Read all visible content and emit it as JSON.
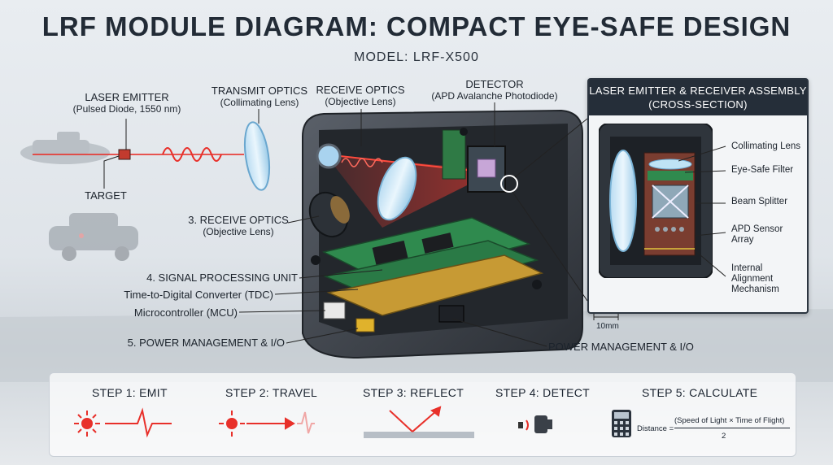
{
  "header": {
    "title": "LRF MODULE DIAGRAM: COMPACT EYE-SAFE DESIGN",
    "model": "MODEL: LRF-X500"
  },
  "labels": {
    "laser_emitter": "LASER EMITTER",
    "laser_emitter_sub": "(Pulsed Diode, 1550 nm)",
    "target": "TARGET",
    "transmit_optics": "TRANSMIT OPTICS",
    "transmit_optics_sub": "(Collimating Lens)",
    "receive_optics": "RECEIVE OPTICS",
    "receive_optics_sub": "(Objective Lens)",
    "detector": "DETECTOR",
    "detector_sub": "(APD Avalanche Photodiode)",
    "receive_optics_3": "3. RECEIVE OPTICS",
    "receive_optics_3_sub": "(Objective Lens)",
    "signal_processing": "4. SIGNAL PROCESSING UNIT",
    "tdc": "Time-to-Digital Converter (TDC)",
    "mcu": "Microcontroller (MCU)",
    "power_io_5": "5. POWER MANAGEMENT & I/O",
    "power_io": "POWER MANAGEMENT & I/O"
  },
  "inset": {
    "title_line1": "LASER EMITTER & RECEIVER ASSEMBLY",
    "title_line2": "(CROSS-SECTION)",
    "collimating_lens": "Collimating Lens",
    "eye_safe_filter": "Eye-Safe Filter",
    "beam_splitter": "Beam Splitter",
    "apd_line1": "APD Sensor",
    "apd_line2": "Array",
    "internal_line1": "Internal",
    "internal_line2": "Alignment",
    "internal_line3": "Mechanism",
    "scale": "10mm"
  },
  "steps": [
    {
      "label": "STEP 1: EMIT"
    },
    {
      "label": "STEP 2: TRAVEL"
    },
    {
      "label": "STEP 3: REFLECT"
    },
    {
      "label": "STEP 4: DETECT"
    },
    {
      "label": "STEP 5: CALCULATE"
    }
  ],
  "formula": {
    "lhs": "Distance =",
    "numerator": "(Speed of Light × Time of Flight)",
    "denominator": "2"
  },
  "colors": {
    "laser": "#e8302a",
    "pcb": "#2f8a4e",
    "header_bg": "#252e39",
    "housing": "#3a3f46"
  }
}
